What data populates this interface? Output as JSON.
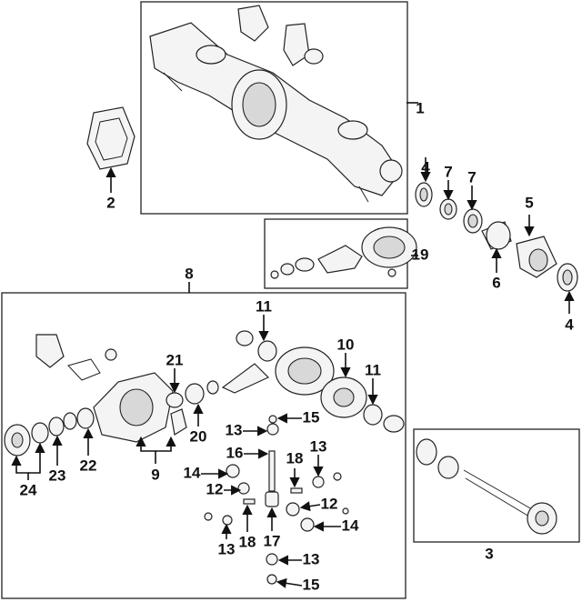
{
  "callouts": [
    {
      "id": "1",
      "label": "1"
    },
    {
      "id": "2",
      "label": "2"
    },
    {
      "id": "3",
      "label": "3"
    },
    {
      "id": "4a",
      "label": "4"
    },
    {
      "id": "4b",
      "label": "4"
    },
    {
      "id": "5",
      "label": "5"
    },
    {
      "id": "6",
      "label": "6"
    },
    {
      "id": "7a",
      "label": "7"
    },
    {
      "id": "7b",
      "label": "7"
    },
    {
      "id": "8",
      "label": "8"
    },
    {
      "id": "9",
      "label": "9"
    },
    {
      "id": "10",
      "label": "10"
    },
    {
      "id": "11a",
      "label": "11"
    },
    {
      "id": "11b",
      "label": "11"
    },
    {
      "id": "12a",
      "label": "12"
    },
    {
      "id": "12b",
      "label": "12"
    },
    {
      "id": "13a",
      "label": "13"
    },
    {
      "id": "13b",
      "label": "13"
    },
    {
      "id": "13c",
      "label": "13"
    },
    {
      "id": "13d",
      "label": "13"
    },
    {
      "id": "14a",
      "label": "14"
    },
    {
      "id": "14b",
      "label": "14"
    },
    {
      "id": "15a",
      "label": "15"
    },
    {
      "id": "15b",
      "label": "15"
    },
    {
      "id": "16",
      "label": "16"
    },
    {
      "id": "17",
      "label": "17"
    },
    {
      "id": "18a",
      "label": "18"
    },
    {
      "id": "18b",
      "label": "18"
    },
    {
      "id": "19",
      "label": "19"
    },
    {
      "id": "20",
      "label": "20"
    },
    {
      "id": "21",
      "label": "21"
    },
    {
      "id": "22",
      "label": "22"
    },
    {
      "id": "23",
      "label": "23"
    },
    {
      "id": "24",
      "label": "24"
    }
  ]
}
